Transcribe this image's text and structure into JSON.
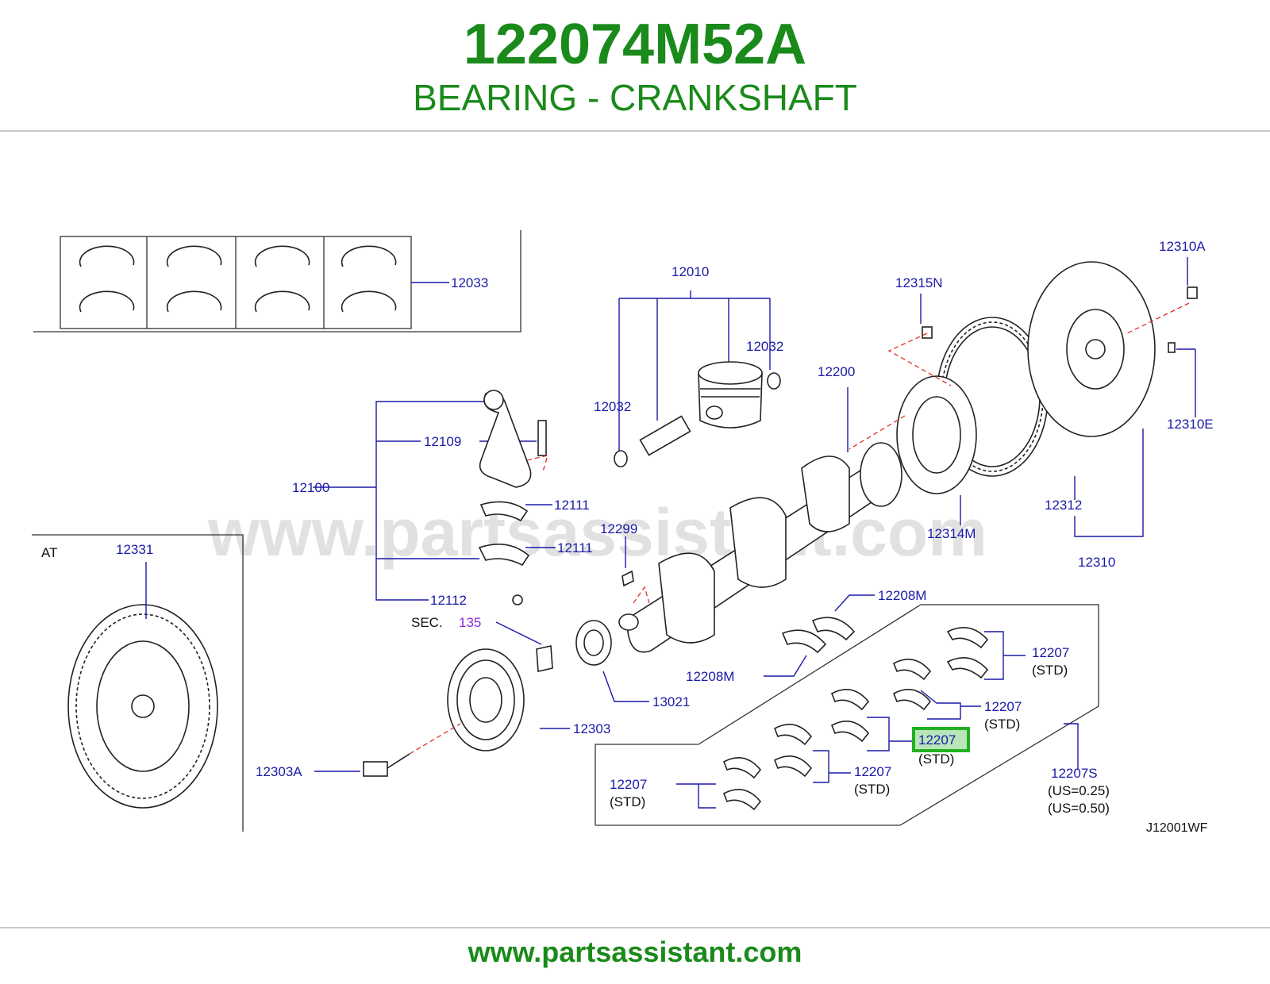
{
  "header": {
    "part_number": "122074M52A",
    "part_name": "BEARING - CRANKSHAFT"
  },
  "footer": {
    "url": "www.partsassistant.com"
  },
  "colors": {
    "brand_green": "#1a8a1a",
    "callout_blue": "#1a1aa8",
    "highlight": "#22b022"
  },
  "diagram": {
    "watermark": "www.partsassistant.com",
    "figure_code": "J12001WF",
    "at_label": "AT",
    "sec_label": "SEC.",
    "sec_number": "135",
    "labels": {
      "l12033": "12033",
      "l12010": "12010",
      "l12032a": "12032",
      "l12032b": "12032",
      "l12315N": "12315N",
      "l12310A": "12310A",
      "l12200": "12200",
      "l12310E": "12310E",
      "l12109": "12109",
      "l12100": "12100",
      "l12111a": "12111",
      "l12111b": "12111",
      "l12299": "12299",
      "l12112": "12112",
      "l12331": "12331",
      "l12312": "12312",
      "l12314M": "12314M",
      "l12310": "12310",
      "l12208Ma": "12208M",
      "l12208Mb": "12208M",
      "l13021": "13021",
      "l12303": "12303",
      "l12303A": "12303A",
      "l12207a": "12207",
      "l12207b": "12207",
      "l12207c": "12207",
      "l12207d": "12207",
      "l12207e": "12207",
      "l12207S": "12207S",
      "std_a": "(STD)",
      "std_b": "(STD)",
      "std_c": "(STD)",
      "std_d": "(STD)",
      "std_e": "(STD)",
      "us025": "(US=0.25)",
      "us050": "(US=0.50)"
    }
  }
}
